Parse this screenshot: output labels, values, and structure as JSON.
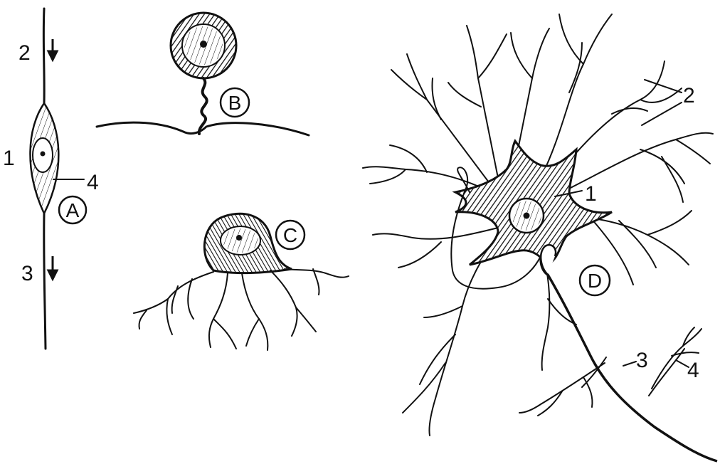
{
  "figure": {
    "panels": [
      {
        "id": "A",
        "label": "A",
        "numbers": [
          "1",
          "2",
          "3",
          "4"
        ]
      },
      {
        "id": "B",
        "label": "B"
      },
      {
        "id": "C",
        "label": "C"
      },
      {
        "id": "D",
        "label": "D",
        "numbers": [
          "1",
          "2",
          "3",
          "4"
        ]
      }
    ]
  }
}
